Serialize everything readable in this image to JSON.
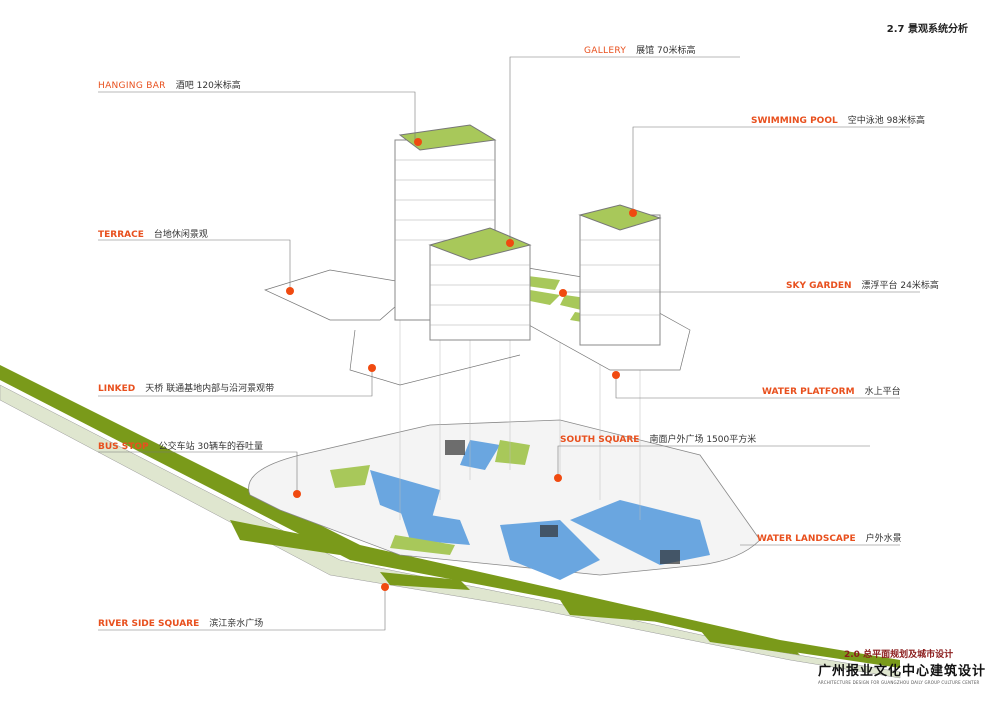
{
  "header": {
    "title": "2.7 景观系统分析"
  },
  "labels": [
    {
      "en": "HANGING BAR",
      "cn": "酒吧  120米标高"
    },
    {
      "en": "GALLERY",
      "cn": "展馆  70米标高"
    },
    {
      "en": "SWIMMING POOL",
      "cn": "空中泳池  98米标高"
    },
    {
      "en": "TERRACE",
      "cn": "台地休闲景观"
    },
    {
      "en": "SKY GARDEN",
      "cn": "漂浮平台  24米标高"
    },
    {
      "en": "LINKED",
      "cn": "天桥  联通基地内部与沿河景观带"
    },
    {
      "en": "WATER PLATFORM",
      "cn": "水上平台"
    },
    {
      "en": "BUS STOP",
      "cn": "公交车站  30辆车的吞吐量"
    },
    {
      "en": "SOUTH SQUARE",
      "cn": "南面户外广场  1500平方米"
    },
    {
      "en": "WATER LANDSCAPE",
      "cn": "户外水景"
    },
    {
      "en": "RIVER SIDE SQUARE",
      "cn": "滨江亲水广场"
    }
  ],
  "footer": {
    "section": "2.0 总平面规划及城市设计",
    "project": "广州报业文化中心建筑设计",
    "subtitle": "ARCHITECTURE DESIGN FOR GUANGZHOU DAILY GROUP CULTURE CENTER"
  },
  "colors": {
    "accent": "#e8501e",
    "green": "#7a9a1a",
    "lawn": "#a8c85a",
    "water": "#6aa6e0"
  }
}
